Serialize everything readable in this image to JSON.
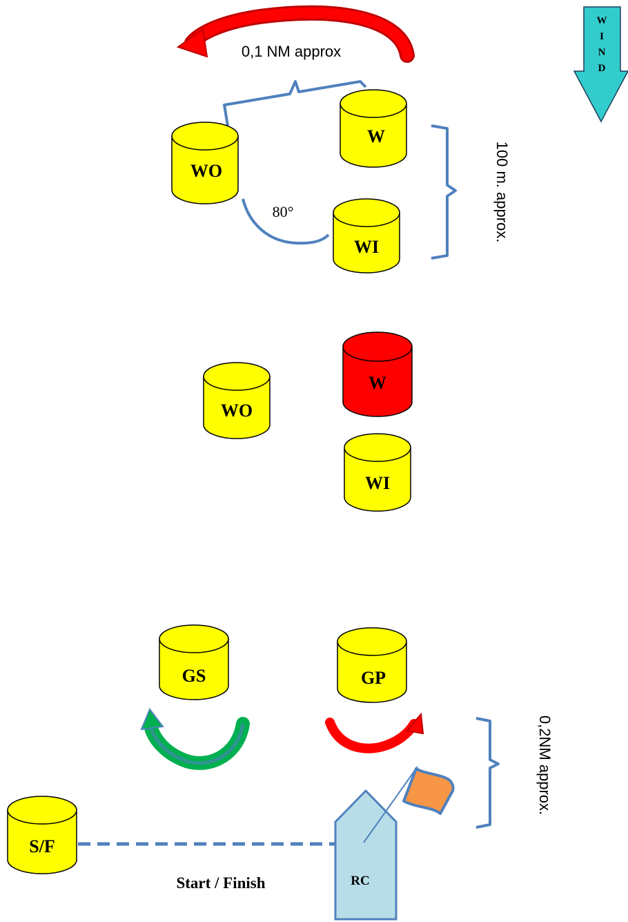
{
  "marks": {
    "wo_top": "WO",
    "w_top": "W",
    "wi_top": "WI",
    "wo_mid": "WO",
    "w_mid": "W",
    "wi_mid": "WI",
    "gs": "GS",
    "gp": "GP",
    "sf": "S/F"
  },
  "annotations": {
    "offset_distance": "0,1 NM approx",
    "angle": "80°",
    "gate_distance": "100 m. approx.",
    "start_distance": "0,2NM approx.",
    "start_finish": "Start  /  Finish",
    "committee_boat": "RC"
  },
  "wind": {
    "letters": [
      "W",
      "I",
      "N",
      "D"
    ]
  },
  "colors": {
    "mark_yellow": "#ffff00",
    "mark_red": "#ff0000",
    "bracket_blue": "#4f81bd",
    "arrow_red": "#ff0000",
    "arrow_green": "#00b050",
    "wind_arrow": "#33cccc",
    "boat_fill": "#b7dde8",
    "flag_orange": "#f79646"
  }
}
